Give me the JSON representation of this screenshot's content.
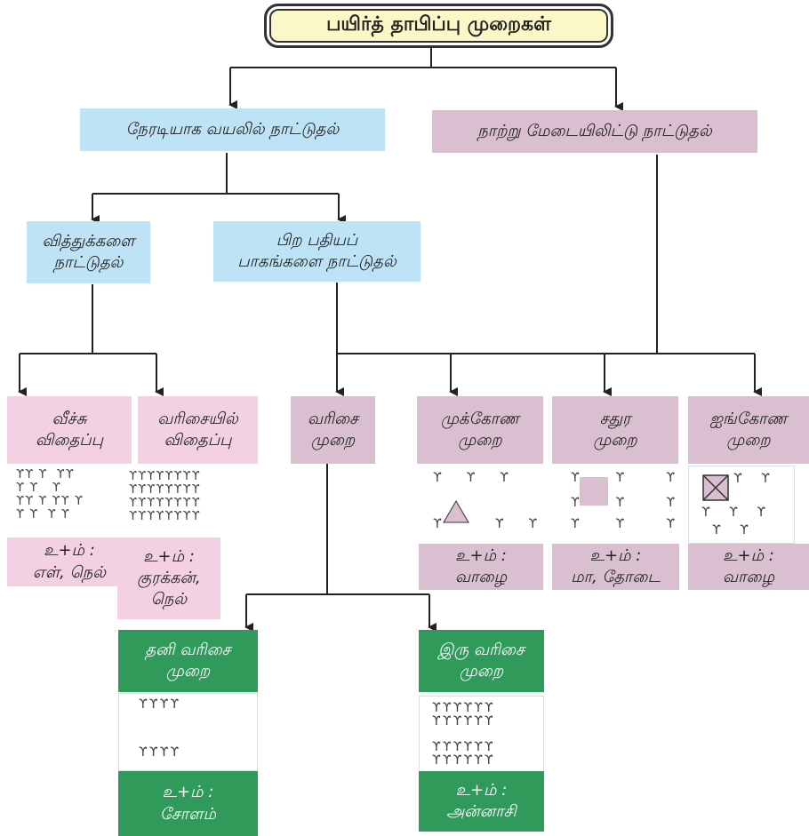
{
  "title": "பயிர்த் தாபிப்பு முறைகள்",
  "level1": {
    "direct": "நேரடியாக வயலில் நாட்டுதல்",
    "nursery": "நாற்று மேடையிலிட்டு நாட்டுதல்"
  },
  "level2": {
    "seeds": "வித்துக்களை\nநாட்டுதல்",
    "other": "பிற பதியப்\nபாகங்களை நாட்டுதல்"
  },
  "methods": {
    "broadcast": "வீச்சு\nவிதைப்பு",
    "row_sowing": "வரிசையில்\nவிதைப்பு",
    "row": "வரிசை\nமுறை",
    "triangle": "முக்கோண\nமுறை",
    "square": "சதுர\nமுறை",
    "pentagon": "ஐங்கோண\nமுறை",
    "single_row": "தனி வரிசை\nமுறை",
    "double_row": "இரு வரிசை\nமுறை"
  },
  "examples": {
    "broadcast": "உ+ம் :\nஎள், நெல்",
    "row_sowing": "உ+ம் :\nகுரக்கன்,\nநெல்",
    "triangle": "உ+ம் :\nவாழை",
    "square": "உ+ம் :\nமா, தோடை",
    "pentagon": "உ+ம் :\nவாழை",
    "single_row": "உ+ம் :\nசோளம்",
    "double_row": "உ+ம் :\nஅன்னாசி"
  },
  "colors": {
    "blue": "#bfe3f6",
    "mauve": "#d9bfcf",
    "pink": "#f3d1e2",
    "green": "#2f9a5a",
    "title_bg": "#fbf7c6"
  },
  "icons": {
    "plant": "ϒ"
  }
}
